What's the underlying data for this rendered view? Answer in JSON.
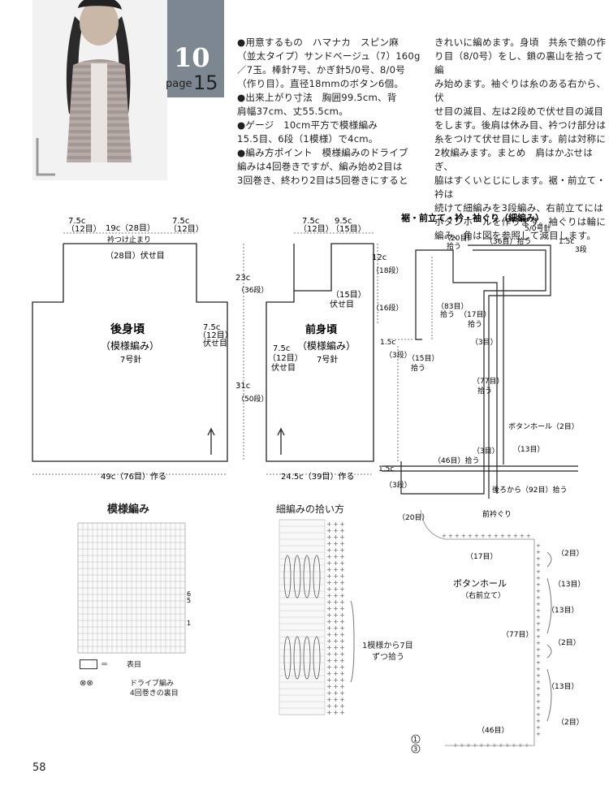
{
  "header": {
    "number": "10",
    "page_word": "page",
    "page_num": "15"
  },
  "text_col1": [
    "●用意するもの　ハマナカ　スピン麻",
    "（並太タイプ）サンドベージュ（7）160g",
    "／7玉。棒針7号、かぎ針5/0号、8/0号",
    "（作り目）。直径18mmのボタン6個。",
    "●出来上がり寸法　胸囲99.5cm、背",
    "肩幅37cm、丈55.5cm。",
    "●ゲージ　10cm平方で模様編み",
    "15.5目、6段（1模様）で4cm。",
    "●編み方ポイント　模様編みのドライブ",
    "編みは4回巻きですが、編み始め2目は",
    "3回巻き、終わり2目は5回巻きにすると"
  ],
  "text_col2": [
    "きれいに編めます。身頃　共糸で鎖の作",
    "り目（8/0号）をし、鎖の裏山を拾って編",
    "み始めます。袖ぐりは糸のある右から、伏",
    "せ目の減目、左は2段めで伏せ目の減目",
    "をします。後肩は休み目、衿つけ部分は",
    "糸をつけて伏せ目にします。前は対称に",
    "2枚編みます。まとめ　肩はかぶせはぎ、",
    "脇はすくいとじにします。裾・前立て・衿は",
    "続けて細編みを3段編み、右前立てには",
    "ボタンホールを作ります。袖ぐりは輪に",
    "編み、角は図を参照して減目します。"
  ],
  "back": {
    "title": "後身頃",
    "sub": "（模様編み）",
    "needle": "7号針",
    "w_top_l": "7.5c",
    "w_top_l2": "（12目）",
    "w_top_c": "19c（28目）",
    "w_top_r": "7.5c",
    "w_top_r2": "（12目）",
    "collar": "衿つけ止まり",
    "collar_bo": "（28目）伏せ目",
    "arm_r": "7.5c",
    "arm_r2": "（12目）",
    "arm_r3": "伏せ目",
    "bottom": "49c（76目）作る",
    "h_top": "23c",
    "h_top2": "（36段）",
    "h_bot": "31c",
    "h_bot2": "（50段）"
  },
  "front": {
    "title": "前身頃",
    "sub": "（模様編み）",
    "needle": "7号針",
    "w1": "7.5c",
    "w1b": "（12目）",
    "w2": "9.5c",
    "w2b": "（15目）",
    "neck": "（15目）",
    "neck2": "伏せ目",
    "arm": "7.5c",
    "arm2": "（12目）",
    "arm3": "伏せ目",
    "bottom": "24.5c（39目）作る",
    "h1": "12c",
    "h1b": "（18段）",
    "h2": "（16段）"
  },
  "edge": {
    "title": "裾・前立て・衿・袖ぐり（細編み）",
    "hook": "5/0号針",
    "l20": "（20目）",
    "l20b": "拾う",
    "l36": "（36目）拾う",
    "l15c": "1.5c",
    "l3": "3段",
    "l83": "（83目）",
    "l83b": "拾う",
    "l17": "（17目）",
    "l17b": "拾う",
    "l3me": "（3目）",
    "l15c2": "1.5c",
    "l3d": "（3段）",
    "l15": "（15目）",
    "l15b": "拾う",
    "l77": "（77目）",
    "l77b": "拾う",
    "bh": "ボタンホール（2目）",
    "l3me2": "（3目）",
    "l13": "（13目）",
    "l46": "（46目）拾う",
    "l15c3": "1.5c",
    "l3d2": "（3段）",
    "l92": "後ろから（92目）拾う"
  },
  "pattern": {
    "title": "模様編み",
    "leg1": "＝",
    "leg1b": "表目",
    "leg2": "ドライブ編み",
    "leg2b": "4回巻きの裏目",
    "row6": "6",
    "row5": "5",
    "row1": "1"
  },
  "pickup": {
    "title": "細編みの拾い方",
    "note": "1模様から7目",
    "note2": "ずつ拾う"
  },
  "collar": {
    "front_neck": "前衿ぐり",
    "l20": "（20目）",
    "l17": "（17目）",
    "l2a": "（2目）",
    "l13a": "（13目）",
    "bh": "ボタンホール",
    "bh2": "（右前立て）",
    "l13b": "（13目）",
    "l2b": "（2目）",
    "l77": "（77目）",
    "l13c": "（13目）",
    "l2c": "（2目）",
    "l46": "（46目）",
    "r1": "1",
    "r3": "3"
  },
  "page_number": "58"
}
